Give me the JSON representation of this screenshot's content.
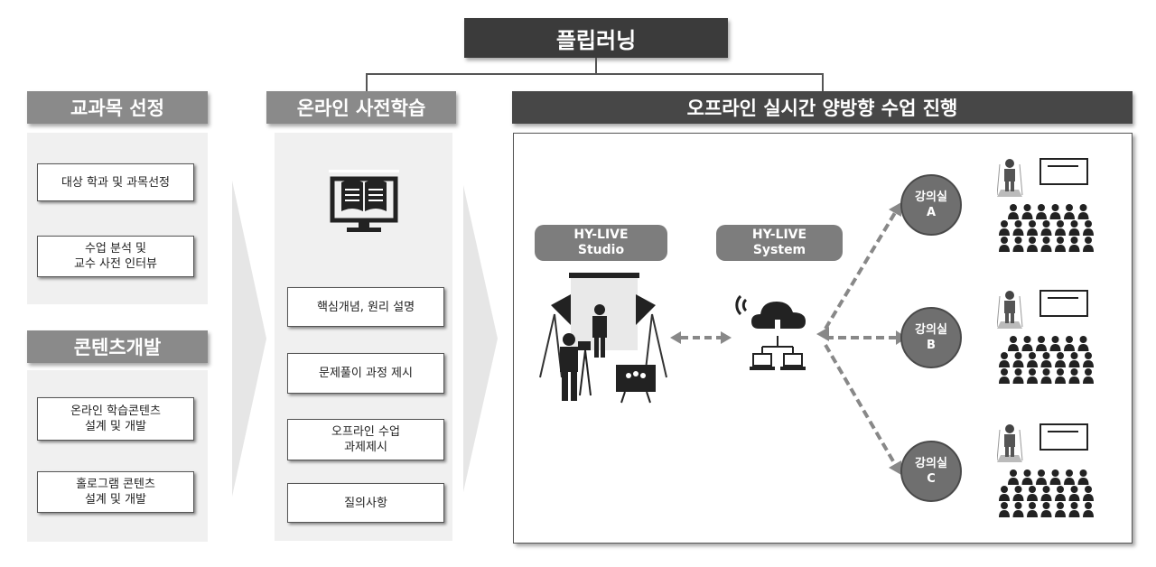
{
  "title": "플립러닝",
  "columns": {
    "course": {
      "header": "교과목 선정",
      "items": [
        "대상 학과 및 과목선정",
        "수업 분석 및\n교수 사전 인터뷰"
      ]
    },
    "content": {
      "header": "콘텐츠개발",
      "items": [
        "온라인 학습콘텐츠\n설계 및 개발",
        "홀로그램 콘텐츠\n설계 및 개발"
      ]
    },
    "online": {
      "header": "온라인 사전학습",
      "icon": "book-monitor-icon",
      "items": [
        "핵심개념, 원리 설명",
        "문제풀이 과정 제시",
        "오프라인 수업\n과제제시",
        "질의사항"
      ]
    },
    "offline": {
      "header": "오프라인 실시간 양방향 수업 진행",
      "studio": {
        "line1": "HY-LIVE",
        "line2": "Studio"
      },
      "system": {
        "line1": "HY-LIVE",
        "line2": "System"
      },
      "rooms": [
        {
          "name": "강의실",
          "letter": "A"
        },
        {
          "name": "강의실",
          "letter": "B"
        },
        {
          "name": "강의실",
          "letter": "C"
        }
      ]
    }
  },
  "colors": {
    "dark_header": "#474747",
    "light_header": "#8a8a8a",
    "node": "#6f6f6f"
  }
}
